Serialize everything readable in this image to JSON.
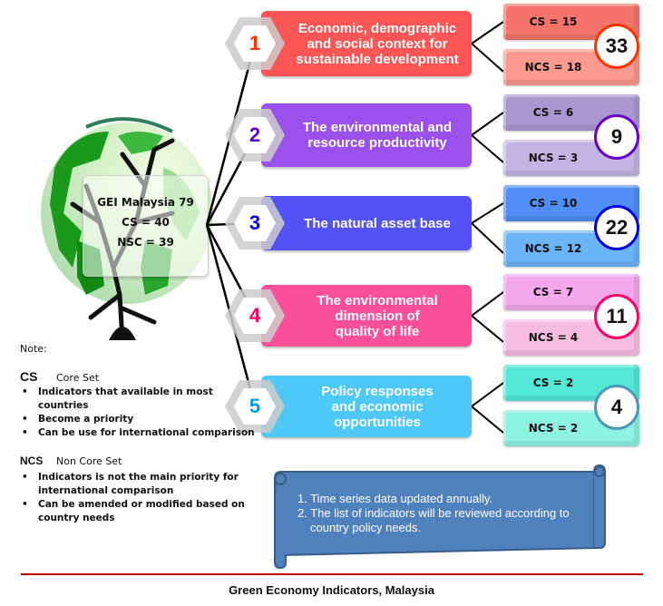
{
  "summary": {
    "title": "GEI Malaysia 79",
    "cs": "CS = 40",
    "nsc": "NSC = 39"
  },
  "categories": [
    {
      "number": "1",
      "label_lines": [
        "Economic, demographic",
        "and social context  for",
        "sustainable development"
      ],
      "cs": "CS = 15",
      "ncs": "NCS = 18",
      "total": "33",
      "colors": {
        "box": "#fb5555",
        "num": "#ff3300",
        "cs": "#f4746b",
        "ncs": "#fa9a8e",
        "ring": "#ff3300"
      }
    },
    {
      "number": "2",
      "label_lines": [
        "The environmental and",
        "resource productivity"
      ],
      "cs": "CS = 6",
      "ncs": "NCS = 3",
      "total": "9",
      "colors": {
        "box": "#9a50ea",
        "num": "#6a00cc",
        "cs": "#a997d0",
        "ncs": "#c3b5e3",
        "ring": "#6a00cc"
      }
    },
    {
      "number": "3",
      "label_lines": [
        "The natural asset base"
      ],
      "cs": "CS = 10",
      "ncs": "NCS = 12",
      "total": "22",
      "colors": {
        "box": "#5252f6",
        "num": "#0000ee",
        "cs": "#4f8ef4",
        "ncs": "#6cb4f8",
        "ring": "#0000dd"
      }
    },
    {
      "number": "4",
      "label_lines": [
        "The environmental",
        "dimension of",
        "quality of life"
      ],
      "cs": "CS = 7",
      "ncs": "NCS = 4",
      "total": "11",
      "colors": {
        "box": "#fc4f9a",
        "num": "#ff0066",
        "cs": "#f4a8ee",
        "ncs": "#f7bde0",
        "ring": "#ff0066"
      }
    },
    {
      "number": "5",
      "label_lines": [
        "Policy responses",
        "and economic",
        "opportunities"
      ],
      "cs": "CS = 2",
      "ncs": "NCS = 2",
      "total": "4",
      "colors": {
        "box": "#4ec8f6",
        "num": "#00a0e8",
        "cs": "#54e8d8",
        "ncs": "#8ef2e2",
        "ring": "#4a9ab6"
      }
    }
  ],
  "notes": {
    "title": "Note:",
    "cs": {
      "abbr": "CS",
      "name": "Core Set",
      "bullets": [
        "Indicators that available  in most countries",
        "Become a priority",
        "Can be use for international comparison"
      ]
    },
    "ncs": {
      "abbr": "NCS",
      "name": "Non Core Set",
      "bullets": [
        "Indicators is not the main priority for international comparison",
        "Can be amended or modified based on country needs"
      ]
    }
  },
  "scroll": {
    "items": [
      "1. Time series data updated annually.",
      "2. The list of indicators will be reviewed according to country policy needs."
    ],
    "color": "#4f81bd"
  },
  "footer": {
    "caption": "Green Economy Indicators, Malaysia",
    "rule_color": "#c00000"
  }
}
